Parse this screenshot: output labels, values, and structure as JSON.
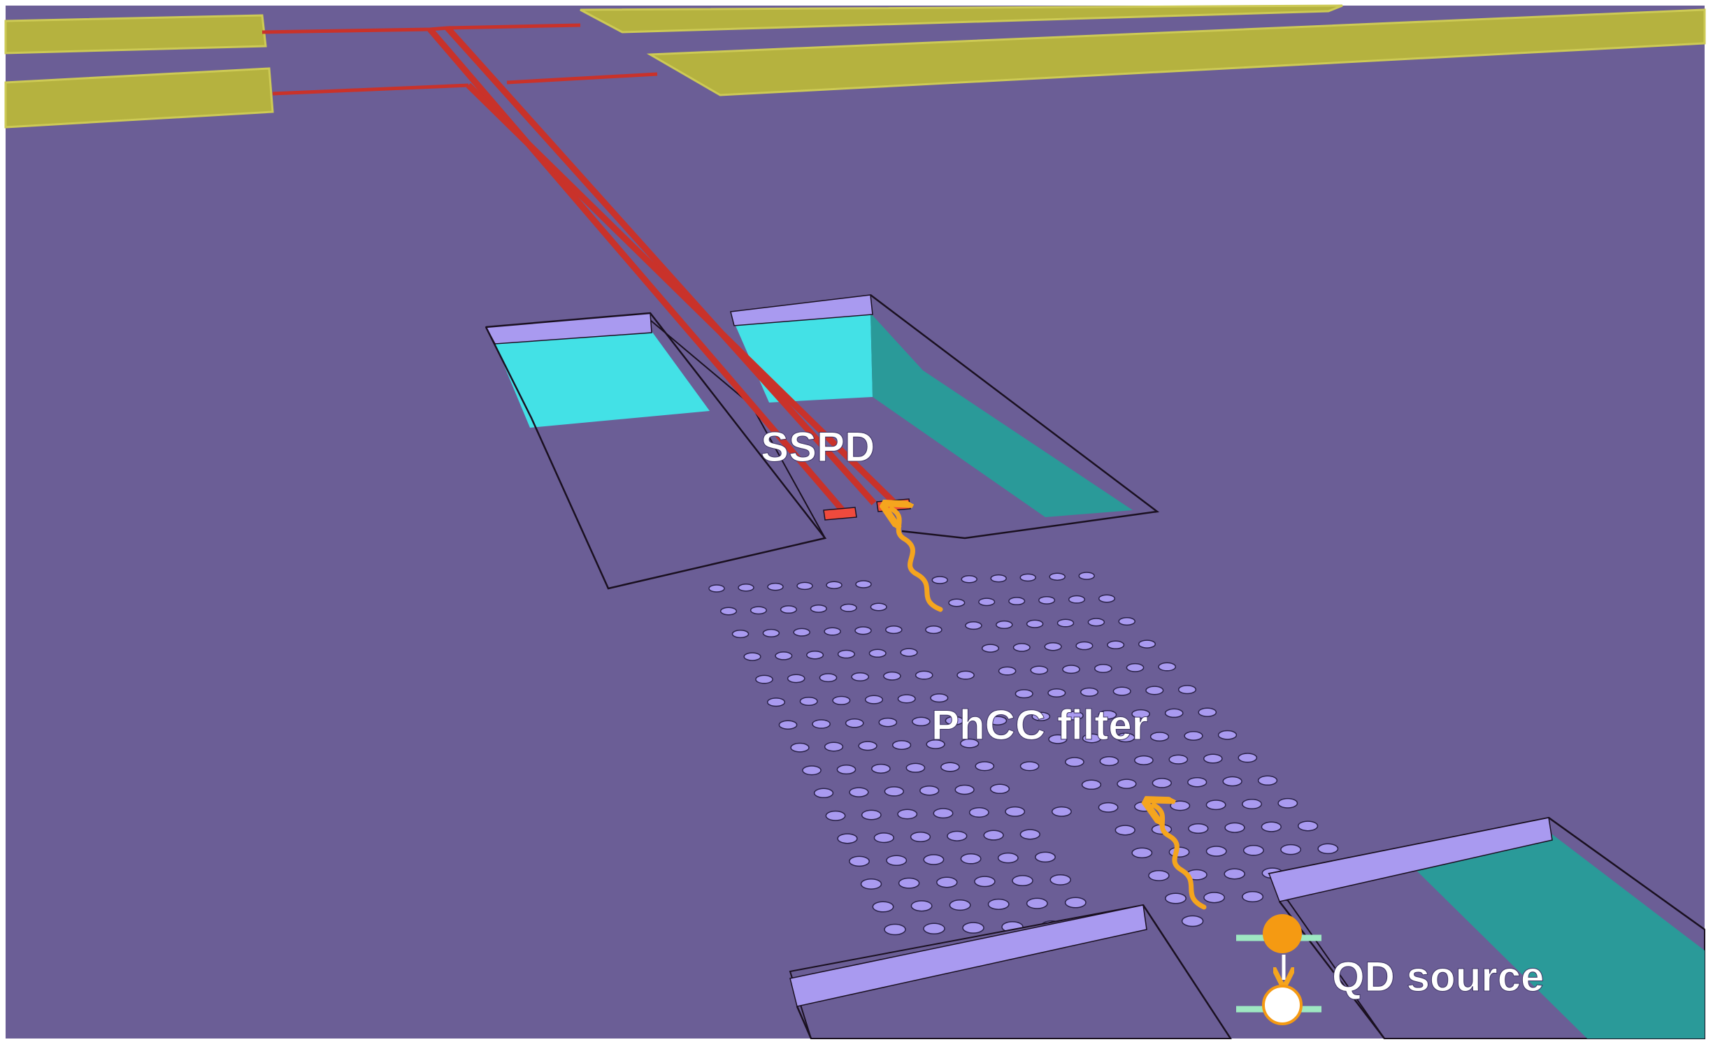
{
  "labels": {
    "detector": "SSPD",
    "filter": "PhCC filter",
    "source": "QD source"
  },
  "colors": {
    "background": "#6b5e96",
    "gold_pads": "#b5b23f",
    "gold_pads_top": "#cdca55",
    "nanowire": "#c9322a",
    "nanowire_top": "#ef4a3d",
    "membrane_edge": "#a99af0",
    "trench_light": "#43e1e6",
    "trench_dark": "#2a9a99",
    "photon_arrow": "#f5a51e",
    "qd_excited": "#f59a12",
    "qd_ground": "#ffffff",
    "qd_level": "#9ee8c2",
    "label_text": "#ffffff"
  },
  "icons": [
    "photon-wavy-arrow-icon",
    "quantum-dot-transition-icon"
  ]
}
